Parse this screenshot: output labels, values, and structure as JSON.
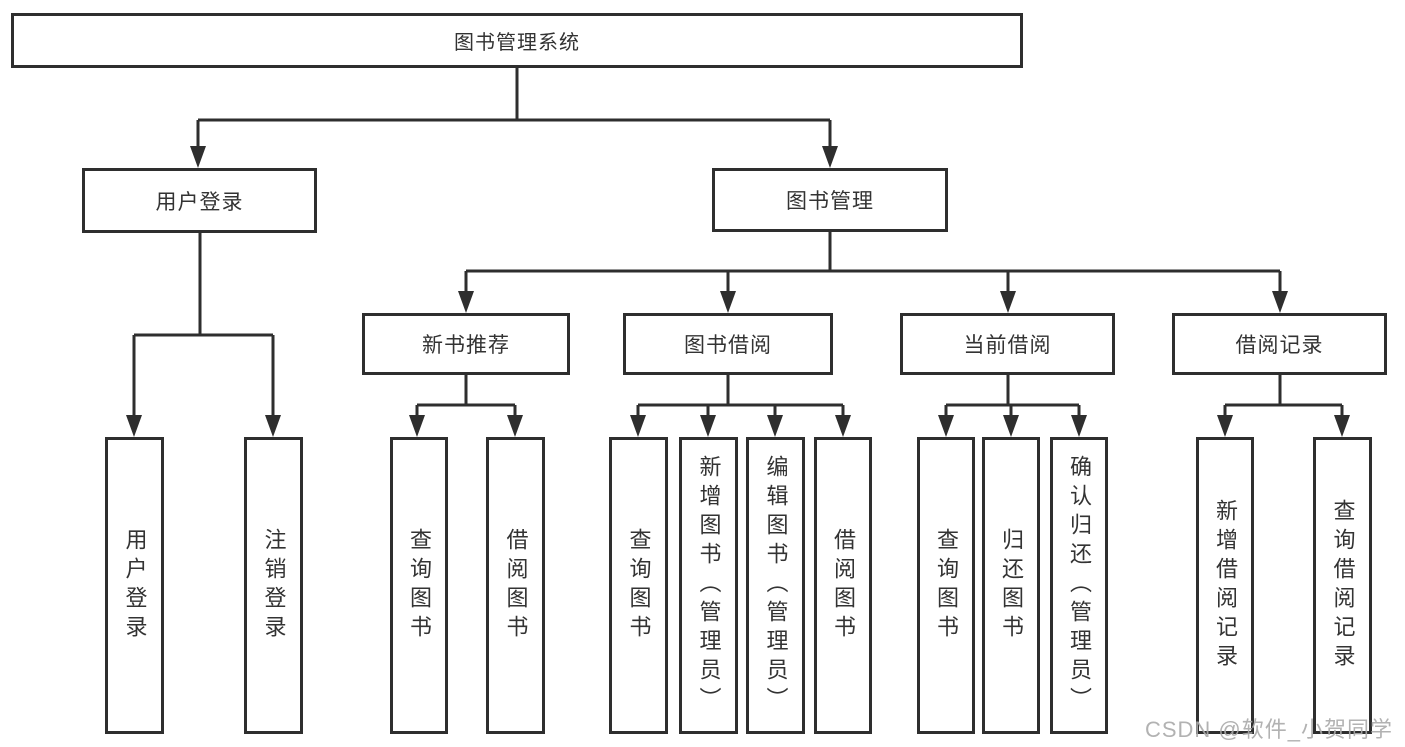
{
  "colors": {
    "line": "#2e2e2e",
    "border": "#2e2e2e",
    "text": "#333333",
    "watermark": "#aaaaaa",
    "background": "#ffffff"
  },
  "diagram": {
    "root": {
      "label": "图书管理系统"
    },
    "level2": [
      {
        "label": "用户登录"
      },
      {
        "label": "图书管理"
      }
    ],
    "level3": [
      {
        "label": "新书推荐"
      },
      {
        "label": "图书借阅"
      },
      {
        "label": "当前借阅"
      },
      {
        "label": "借阅记录"
      }
    ],
    "leaves": [
      {
        "label": "用户登录"
      },
      {
        "label": "注销登录"
      },
      {
        "label": "查询图书"
      },
      {
        "label": "借阅图书"
      },
      {
        "label": "查询图书"
      },
      {
        "label": "新增图书（管理员）"
      },
      {
        "label": "编辑图书（管理员）"
      },
      {
        "label": "借阅图书"
      },
      {
        "label": "查询图书"
      },
      {
        "label": "归还图书"
      },
      {
        "label": "确认归还（管理员）"
      },
      {
        "label": "新增借阅记录"
      },
      {
        "label": "查询借阅记录"
      }
    ]
  },
  "watermark": {
    "text": "CSDN @软件_小贺同学"
  }
}
